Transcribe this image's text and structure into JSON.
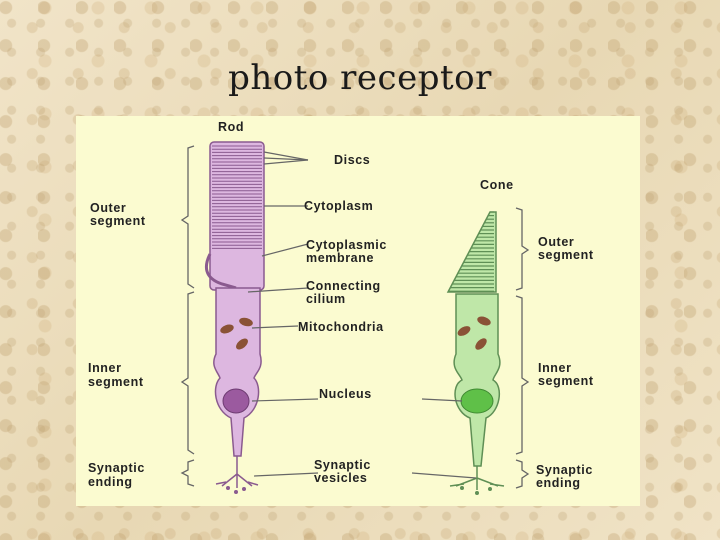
{
  "title": "photo receptor",
  "diagram": {
    "rod_label": "Rod",
    "cone_label": "Cone",
    "left_labels": {
      "outer_segment": [
        "Outer",
        "segment"
      ],
      "inner_segment": [
        "Inner",
        "segment"
      ],
      "synaptic_ending": [
        "Synaptic",
        "ending"
      ]
    },
    "center_labels": {
      "discs": "Discs",
      "cytoplasm": "Cytoplasm",
      "cytoplasmic_membrane": [
        "Cytoplasmic",
        "membrane"
      ],
      "connecting_cilium": [
        "Connecting",
        "cilium"
      ],
      "mitochondria": "Mitochondria",
      "nucleus": "Nucleus",
      "synaptic_vesicles": [
        "Synaptic",
        "vesicles"
      ]
    },
    "right_labels": {
      "outer_segment": [
        "Outer",
        "segment"
      ],
      "inner_segment": [
        "Inner",
        "segment"
      ],
      "synaptic_ending": [
        "Synaptic",
        "ending"
      ]
    },
    "colors": {
      "rod_fill": "#ddb7e0",
      "rod_stroke": "#8a5a8f",
      "rod_nucleus": "#9b5a9f",
      "cone_fill": "#bfe7a8",
      "cone_stroke": "#5f8f55",
      "cone_nucleus": "#5fc048",
      "mitochondria": "#8a5236",
      "panel": "#fbfbd0"
    }
  }
}
